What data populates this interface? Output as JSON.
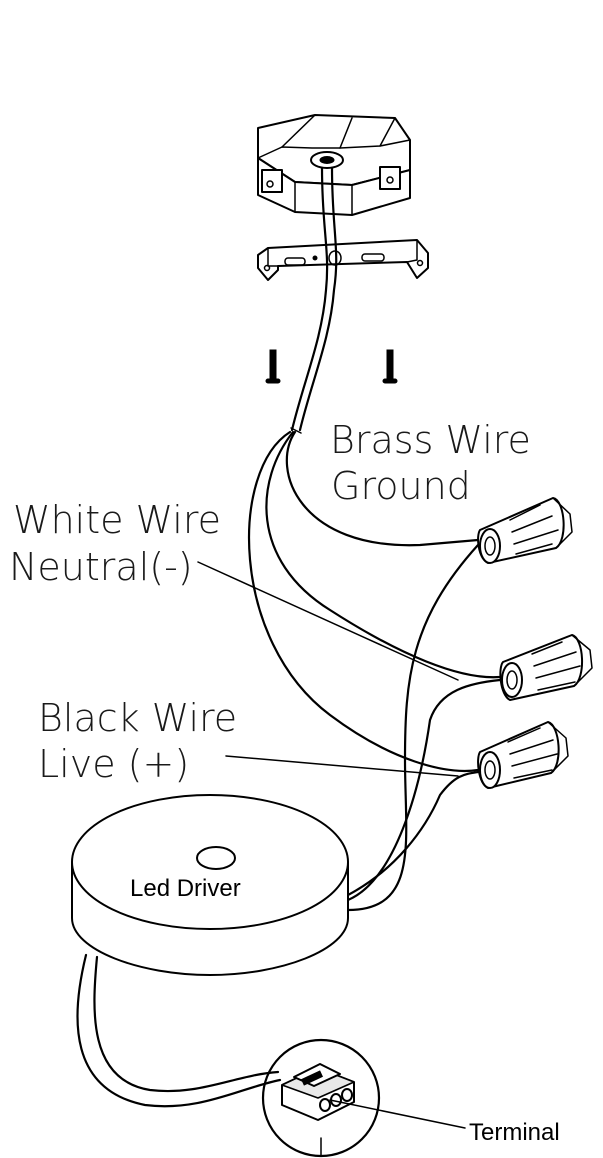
{
  "labels": {
    "brass_wire": "Brass Wire",
    "ground": "Ground",
    "white_wire": "White Wire",
    "neutral": "Neutral(-)",
    "black_wire": "Black Wire",
    "live": "Live (+)",
    "led_driver": "Led Driver",
    "terminal": "Terminal"
  },
  "colors": {
    "line": "#000000",
    "background": "#ffffff"
  }
}
